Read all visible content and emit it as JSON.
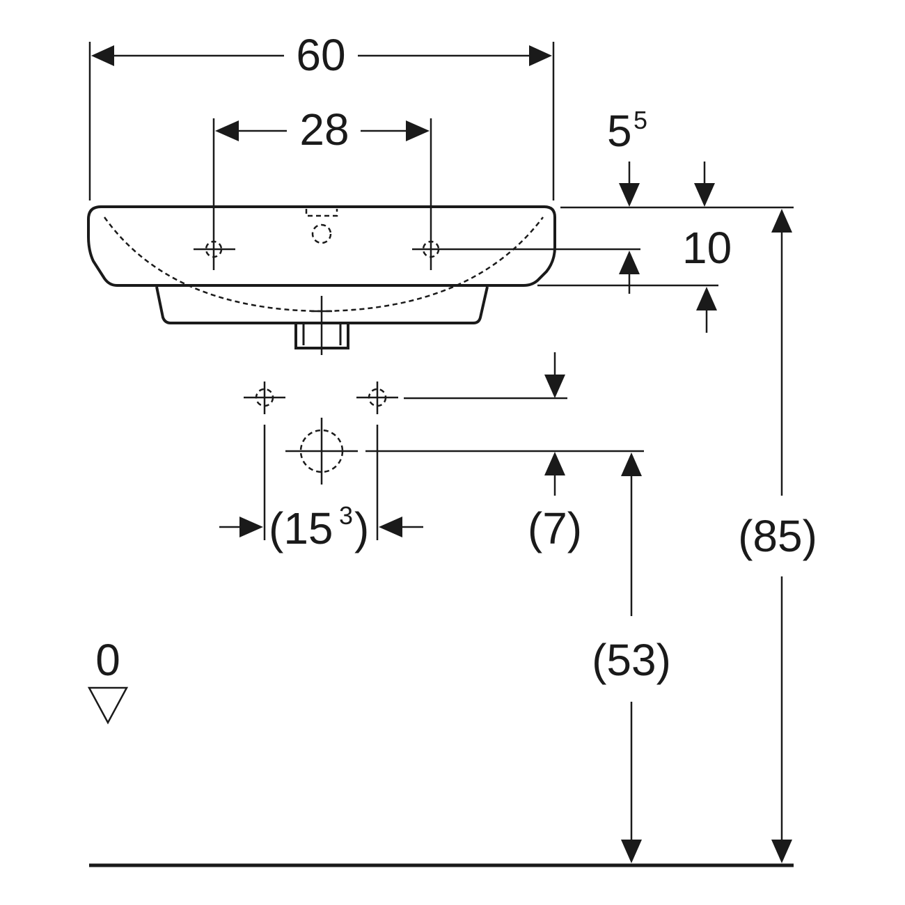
{
  "dimensions": {
    "overall_width": "60",
    "tap_hole_spacing": "28",
    "rim_offset_main": "5",
    "rim_offset_sup": "5",
    "bowl_height": "10",
    "supply_spacing_open": "(15",
    "supply_spacing_sup": "3",
    "supply_spacing_close": ")",
    "supply_offset": "(7)",
    "waste_height": "(53)",
    "rim_height": "(85)",
    "floor_level": "0"
  },
  "colors": {
    "line": "#1a1a1a",
    "background": "#ffffff"
  }
}
